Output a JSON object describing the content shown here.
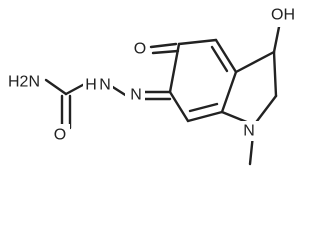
{
  "structure": {
    "atoms": {
      "oh": "OH",
      "ketone_o": "O",
      "amide_o": "O",
      "nh2": "H2N",
      "hydrazone_nh": "H",
      "hydrazone_n_left": "N",
      "hydrazone_n": "N",
      "ring_n": "N"
    }
  }
}
